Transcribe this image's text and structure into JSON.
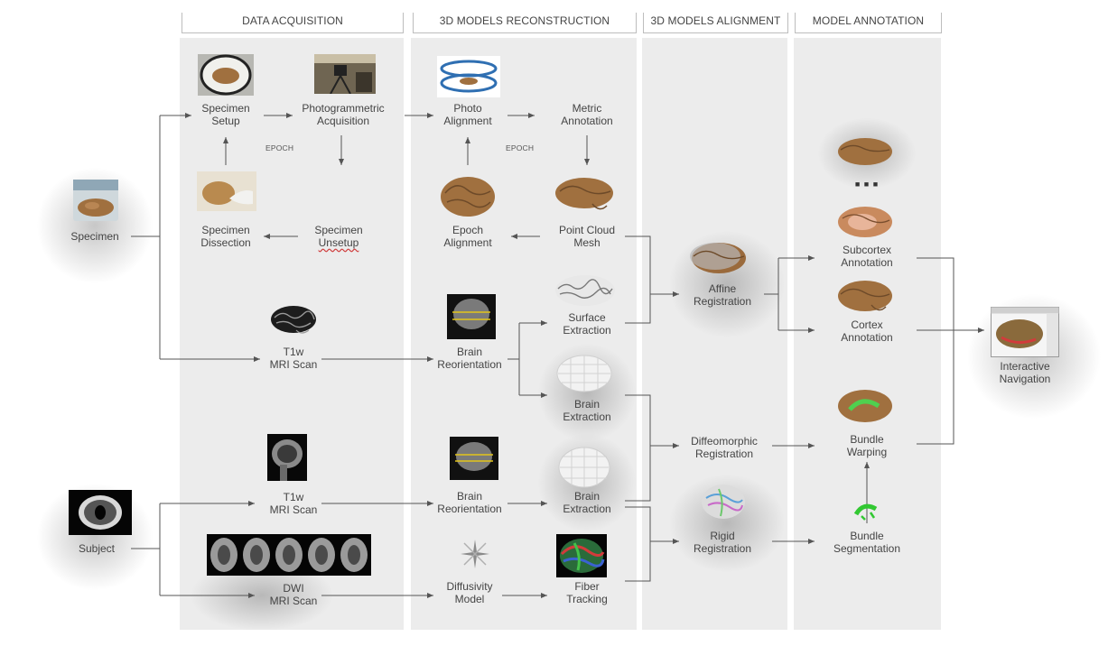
{
  "phases": [
    {
      "label": "DATA ACQUISITION"
    },
    {
      "label": "3D MODELS RECONSTRUCTION"
    },
    {
      "label": "3D MODELS ALIGNMENT"
    },
    {
      "label": "MODEL ANNOTATION"
    }
  ],
  "nodes": {
    "specimen": {
      "l1": "Specimen"
    },
    "specimen_setup": {
      "l1": "Specimen",
      "l2": "Setup"
    },
    "photogrammetric": {
      "l1": "Photogrammetric",
      "l2": "Acquisition"
    },
    "specimen_dissection": {
      "l1": "Specimen",
      "l2": "Dissection"
    },
    "specimen_unsetup": {
      "l1": "Specimen",
      "l2": "Unsetup"
    },
    "t1w_mri_top": {
      "l1": "T1w",
      "l2": "MRI Scan"
    },
    "subject": {
      "l1": "Subject"
    },
    "t1w_mri_bottom": {
      "l1": "T1w",
      "l2": "MRI Scan"
    },
    "dwi_mri": {
      "l1": "DWI",
      "l2": "MRI Scan"
    },
    "photo_alignment": {
      "l1": "Photo",
      "l2": "Alignment"
    },
    "metric_annotation": {
      "l1": "Metric",
      "l2": "Annotation"
    },
    "epoch_alignment": {
      "l1": "Epoch",
      "l2": "Alignment"
    },
    "point_cloud_mesh": {
      "l1": "Point Cloud",
      "l2": "Mesh"
    },
    "surface_extraction": {
      "l1": "Surface",
      "l2": "Extraction"
    },
    "brain_reorientation_top": {
      "l1": "Brain",
      "l2": "Reorientation"
    },
    "brain_extraction_top": {
      "l1": "Brain",
      "l2": "Extraction"
    },
    "brain_reorientation_bottom": {
      "l1": "Brain",
      "l2": "Reorientation"
    },
    "brain_extraction_bottom": {
      "l1": "Brain",
      "l2": "Extraction"
    },
    "diffusivity_model": {
      "l1": "Diffusivity",
      "l2": "Model"
    },
    "fiber_tracking": {
      "l1": "Fiber",
      "l2": "Tracking"
    },
    "affine_registration": {
      "l1": "Affine",
      "l2": "Registration"
    },
    "diffeomorphic_registration": {
      "l1": "Diffeomorphic",
      "l2": "Registration"
    },
    "rigid_registration": {
      "l1": "Rigid",
      "l2": "Registration"
    },
    "subcortex_annotation": {
      "l1": "Subcortex",
      "l2": "Annotation"
    },
    "cortex_annotation": {
      "l1": "Cortex",
      "l2": "Annotation"
    },
    "bundle_warping": {
      "l1": "Bundle",
      "l2": "Warping"
    },
    "bundle_segmentation": {
      "l1": "Bundle",
      "l2": "Segmentation"
    },
    "interactive_navigation": {
      "l1": "Interactive",
      "l2": "Navigation"
    }
  },
  "epoch_labels": {
    "acquisition": "EPOCH",
    "reconstruction": "EPOCH"
  },
  "ellipsis": "■ ■ ■",
  "colors": {
    "column_bg": "#ececec",
    "header_border": "#bdbdbd",
    "arrow": "#555555",
    "brain": "#a0703f"
  }
}
